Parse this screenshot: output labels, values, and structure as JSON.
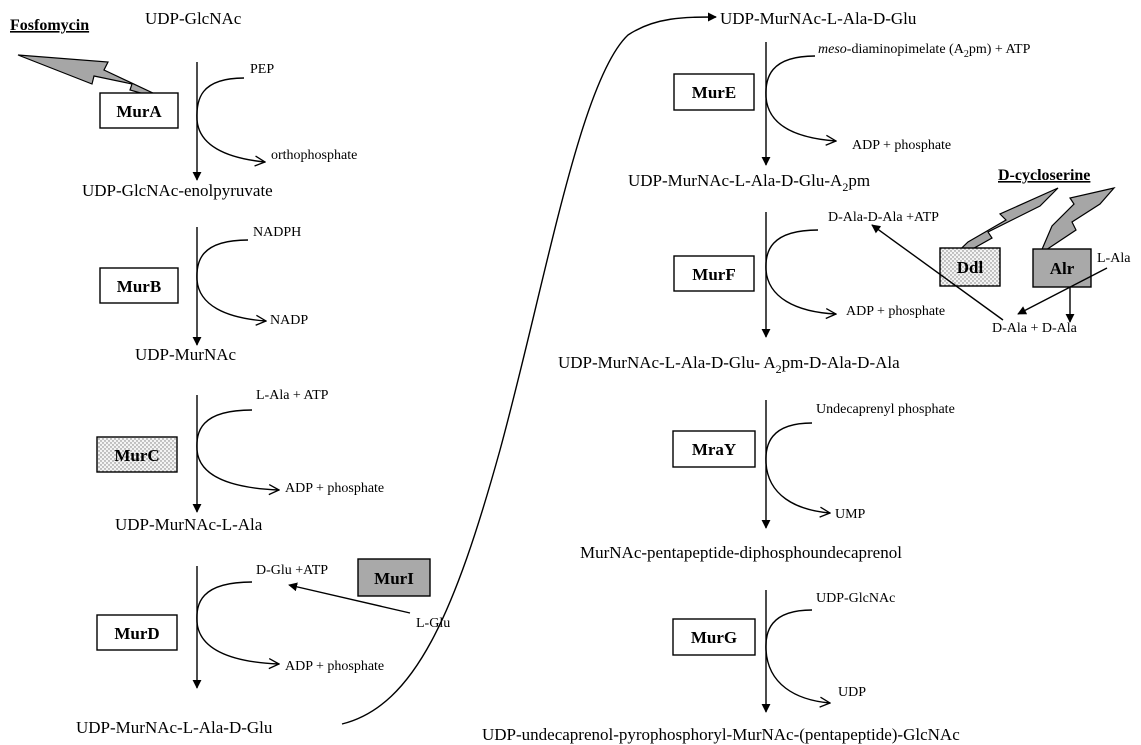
{
  "inhibitors": {
    "fosfomycin": "Fosfomycin",
    "dcycloserine": "D-cycloserine"
  },
  "enzymes": {
    "mura": "MurA",
    "murb": "MurB",
    "murc": "MurC",
    "murd": "MurD",
    "muri": "MurI",
    "mure": "MurE",
    "murf": "MurF",
    "ddl": "Ddl",
    "alr": "Alr",
    "mray": "MraY",
    "murg": "MurG"
  },
  "compounds": {
    "udp_glcnac": "UDP-GlcNAc",
    "enolpyruvate": "UDP-GlcNAc-enolpyruvate",
    "udp_murnac": "UDP-MurNAc",
    "murnac_lala": "UDP-MurNAc-L-Ala",
    "murnac_lala_dglu_left": "UDP-MurNAc-L-Ala-D-Glu",
    "murnac_lala_dglu_right": "UDP-MurNAc-L-Ala-D-Glu",
    "a2pm_product_main": "UDP-MurNAc-L-Ala-D-Glu-A",
    "a2pm_product_sub": "2",
    "a2pm_product_tail": "pm",
    "pentapeptide_main": "UDP-MurNAc-L-Ala-D-Glu- A",
    "pentapeptide_sub": "2",
    "pentapeptide_tail": "pm-D-Ala-D-Ala",
    "lipid_i": "MurNAc-pentapeptide-diphosphoundecaprenol",
    "lipid_ii": "UDP-undecaprenol-pyrophosphoryl-MurNAc-(pentapeptide)-GlcNAc"
  },
  "cosubstrates": {
    "pep": "PEP",
    "orthophosphate": "orthophosphate",
    "nadph": "NADPH",
    "nadp": "NADP",
    "lala_atp": "L-Ala + ATP",
    "adp_phosphate_c": "ADP + phosphate",
    "dglu_atp": "D-Glu +ATP",
    "adp_phosphate_d": "ADP + phosphate",
    "lglu": "L-Glu",
    "meso_italic": "meso",
    "meso_rest": "-diaminopimelate (A",
    "meso_sub": "2",
    "meso_tail": "pm) + ATP",
    "adp_phosphate_e": "ADP + phosphate",
    "dala_dala_atp": "D-Ala-D-Ala +ATP",
    "adp_phosphate_f": "ADP + phosphate",
    "lala": "L-Ala",
    "dala_dala": "D-Ala + D-Ala",
    "undecaprenyl_phosphate": "Undecaprenyl phosphate",
    "ump": "UMP",
    "udp_glcnac_g": "UDP-GlcNAc",
    "udp": "UDP"
  }
}
